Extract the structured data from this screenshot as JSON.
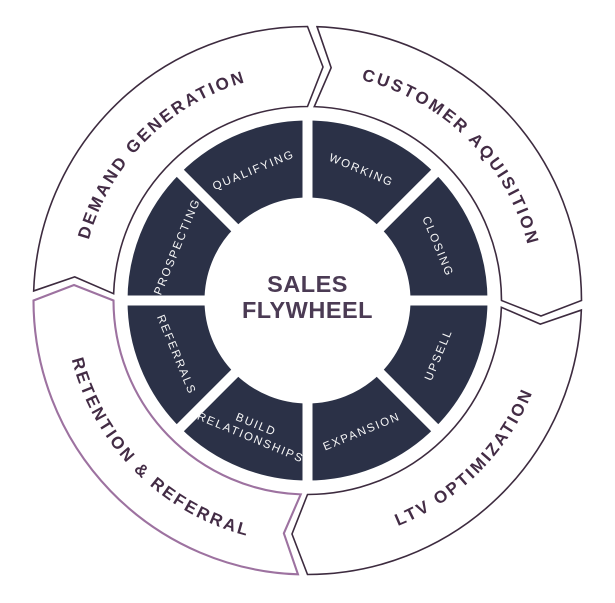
{
  "title": "Sales Flywheel Diagram",
  "center": {
    "lines": [
      "SALES",
      "FLYWHEEL"
    ],
    "color": "#4b3b54"
  },
  "outer_ring": {
    "label_color": "#432c45",
    "segments": [
      {
        "label": "DEMAND GENERATION",
        "outline_color": "#3d2b3f"
      },
      {
        "label": "CUSTOMER AQUISITION",
        "outline_color": "#3d2b3f"
      },
      {
        "label": "LTV OPTIMIZATION",
        "outline_color": "#3d2b3f"
      },
      {
        "label": "RETENTION & REFERRAL",
        "outline_color": "#9d72a0"
      }
    ]
  },
  "wheel": {
    "fill_color": "#2b3147",
    "label_color": "#f7f7f7",
    "separator_color": "#ffffff",
    "segments": [
      {
        "label": "QUALIFYING"
      },
      {
        "label": "WORKING"
      },
      {
        "label": "CLOSING"
      },
      {
        "label": "UPSELL"
      },
      {
        "label": "EXPANSION"
      },
      {
        "label": "BUILD RELATIONSHIPS",
        "lines": [
          "BUILD",
          "RELATIONSHIPS"
        ]
      },
      {
        "label": "REFERRALS"
      },
      {
        "label": "PROSPECTING"
      }
    ]
  },
  "colors": {
    "background": "#ffffff"
  }
}
